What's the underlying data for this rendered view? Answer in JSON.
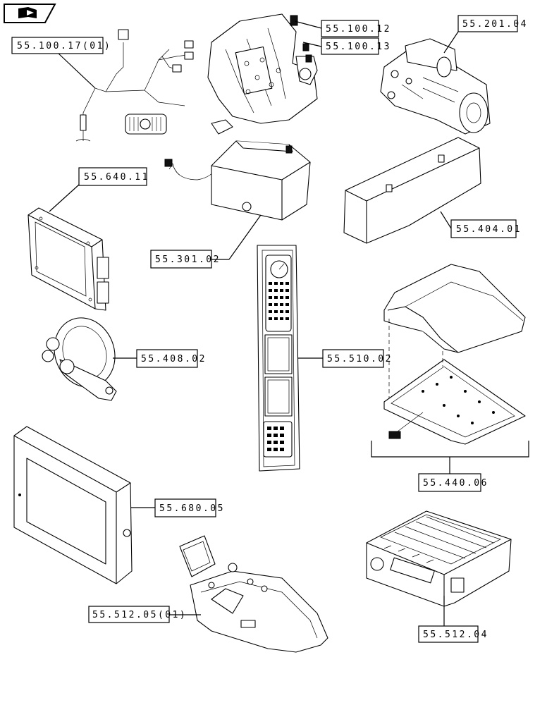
{
  "nav": {
    "icon": "book-arrow-icon"
  },
  "labels": {
    "harness": "55.100.17(01)",
    "sensor_a": "55.100.12",
    "sensor_b": "55.100.13",
    "starter": "55.201.04",
    "ecu": "55.640.11",
    "battery_box": "55.301.02",
    "cover": "55.404.01",
    "dashboard": "55.510.02",
    "horn": "55.408.02",
    "armrest_module": "55.440.06",
    "monitor": "55.680.05",
    "joystick_console": "55.512.05(01)",
    "radio": "55.512.04"
  }
}
